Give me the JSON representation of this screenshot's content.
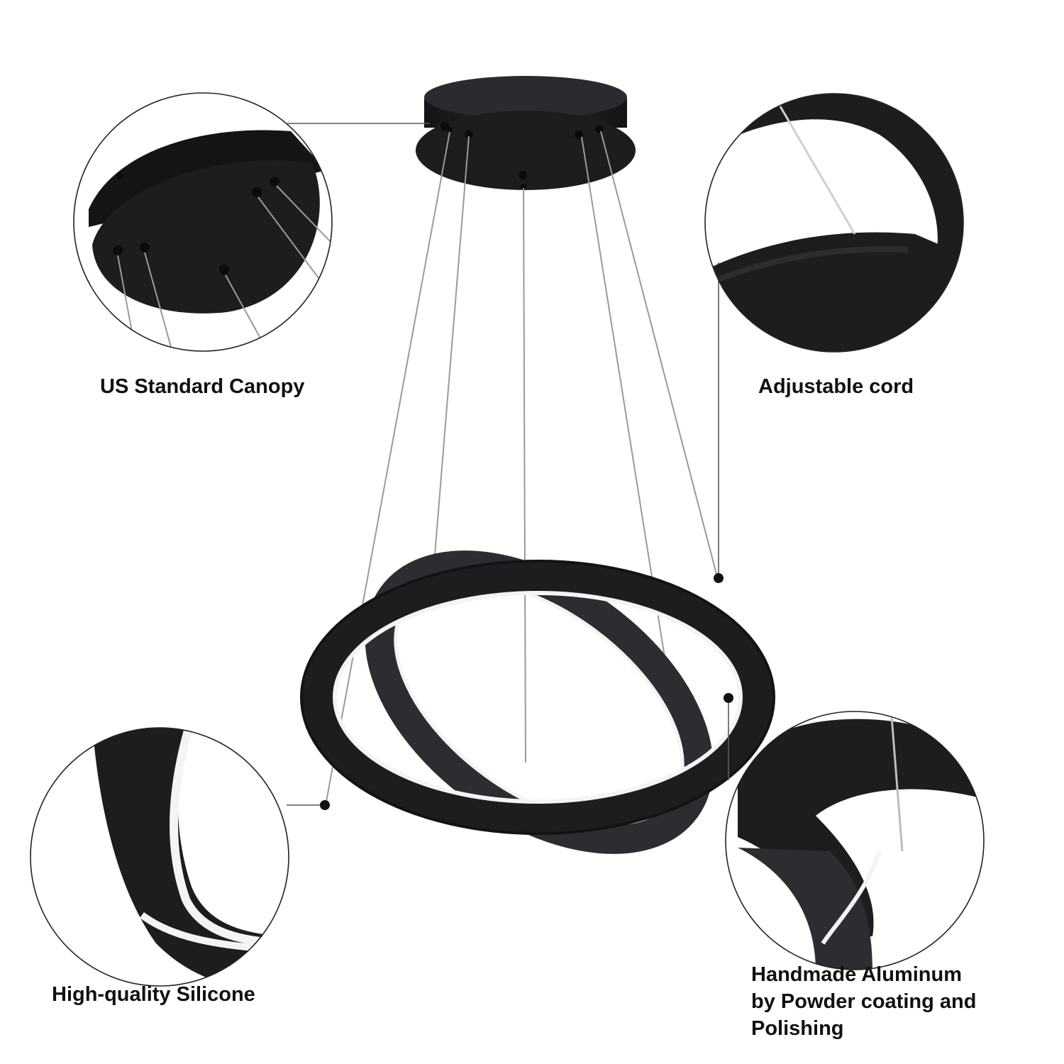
{
  "callouts": {
    "canopy": {
      "label": "US Standard Canopy"
    },
    "cord": {
      "label": "Adjustable cord"
    },
    "silicone": {
      "label": "High-quality Silicone"
    },
    "aluminum": {
      "lines": [
        "Handmade Aluminum",
        "by Powder coating and",
        "Polishing"
      ]
    }
  },
  "colors": {
    "background": "#ffffff",
    "fixture_black": "#1d1d1f",
    "fixture_shade": "#2c2d30",
    "diffuser_glow": "#f2f4f6",
    "cable": "#9a9a9a",
    "callout_line": "#5a5a5a",
    "text": "#111111"
  }
}
